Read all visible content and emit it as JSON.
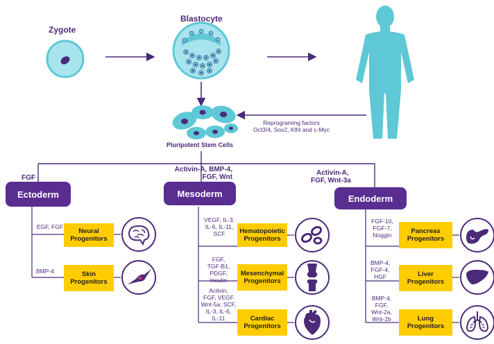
{
  "top": {
    "zygote": "Zygote",
    "blastocyte": "Blastocyte",
    "psc": "Pluripotent Stem Cells",
    "reprog_line1": "Reprograming factors",
    "reprog_line2": "Oct3/4, Sox2, Klf4 and c-Myc"
  },
  "factors": {
    "ecto": "FGF",
    "meso_line1": "Activin-A, BMP-4,",
    "meso_line2": "FGF, Wnt",
    "endo_line1": "Activin-A,",
    "endo_line2": "FGF, Wnt-3a"
  },
  "germ_layers": {
    "ectoderm": "Ectoderm",
    "mesoderm": "Mesoderm",
    "endoderm": "Endoderm"
  },
  "ectoderm": {
    "neural": {
      "f1": "EGF, FGF",
      "p1": "Neural",
      "p2": "Progenitors"
    },
    "skin": {
      "f1": "BMP-4",
      "p1": "Skin",
      "p2": "Progenitors"
    }
  },
  "mesoderm": {
    "hema": {
      "f1": "VEGF, IL-3,",
      "f2": "IL-6, IL-11,",
      "f3": "SCF",
      "p1": "Hematopoietic",
      "p2": "Progenitors"
    },
    "mesen": {
      "f1": "FGF,",
      "f2": "TGF-B1,",
      "f3": "PDGF,",
      "f4": "Insulin",
      "p1": "Mesenchymal",
      "p2": "Progenitors"
    },
    "card": {
      "f1": "Activin,",
      "f2": "FGF, VEGF",
      "f3": "Wnt-5a, SCF,",
      "f4": "IL-3, IL-6,",
      "f5": "IL-11",
      "p1": "Cardiac",
      "p2": "Progenitors"
    }
  },
  "endoderm": {
    "panc": {
      "f1": "FGF-10,",
      "f2": "FGF-7,",
      "f3": "Noggin",
      "p1": "Pancreas",
      "p2": "Progenitors"
    },
    "liver": {
      "f1": "BMP-4,",
      "f2": "FGF-4,",
      "f3": "HGF",
      "p1": "Liver",
      "p2": "Progenitors"
    },
    "lung": {
      "f1": "BMP-4,",
      "f2": "FGF,",
      "f3": "Wnt-2a,",
      "f4": "Wnt-2b",
      "p1": "Lung",
      "p2": "Progenitors"
    }
  },
  "colors": {
    "purple": "#5a2d91",
    "yellow": "#ffcc00",
    "teal": "#5ec8d6",
    "cell_light": "#a8e4ee",
    "nucleus": "#4b2a7a"
  },
  "icons": [
    "brain-icon",
    "skin-cell-icon",
    "blood-cells-icon",
    "knee-joint-icon",
    "heart-icon",
    "pancreas-icon",
    "liver-icon",
    "lungs-icon",
    "human-body-icon"
  ]
}
